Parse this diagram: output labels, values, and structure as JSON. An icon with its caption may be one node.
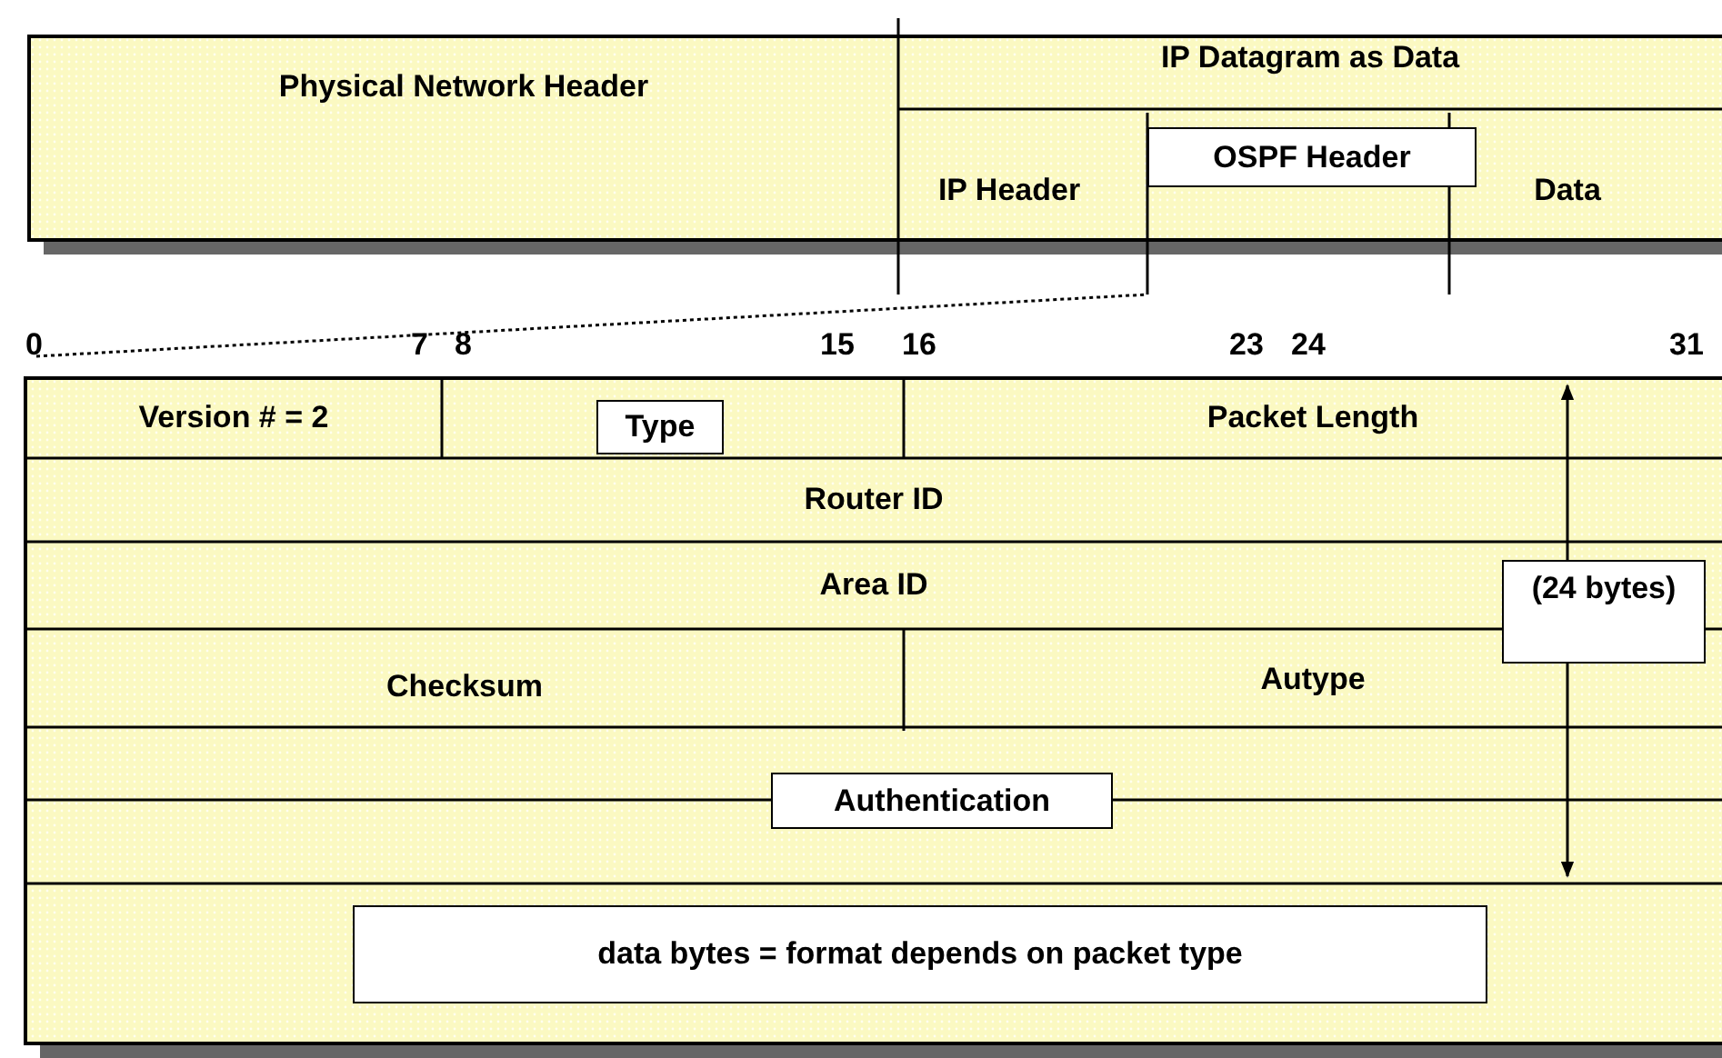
{
  "diagram": {
    "nodes": [
      {
        "text": [
          "Physical Network Header"
        ]
      },
      {
        "text": [
          "IP Datagram as Data"
        ]
      },
      {
        "text": [
          "IP Header"
        ],
        "in": 1
      },
      {
        "text": [
          "OSPF Header"
        ],
        "in": 1
      },
      {
        "text": [
          "Data"
        ],
        "in": 1
      },
      {
        "text": [
          "Version # = 2"
        ]
      },
      {
        "text": [
          "Type"
        ]
      },
      {
        "text": [
          "Packet Length"
        ]
      },
      {
        "text": [
          "Router ID"
        ]
      },
      {
        "text": [
          "Area ID"
        ]
      },
      {
        "text": [
          "Checksum"
        ]
      },
      {
        "text": [
          "Autype"
        ]
      },
      {
        "text": [
          "Authentication"
        ]
      },
      {
        "text": [
          "data bytes = format depends on packet type"
        ]
      }
    ],
    "labels": [
      "0",
      "7",
      "8",
      "15",
      "16",
      "23",
      "24",
      "31",
      "(24 bytes)"
    ]
  }
}
